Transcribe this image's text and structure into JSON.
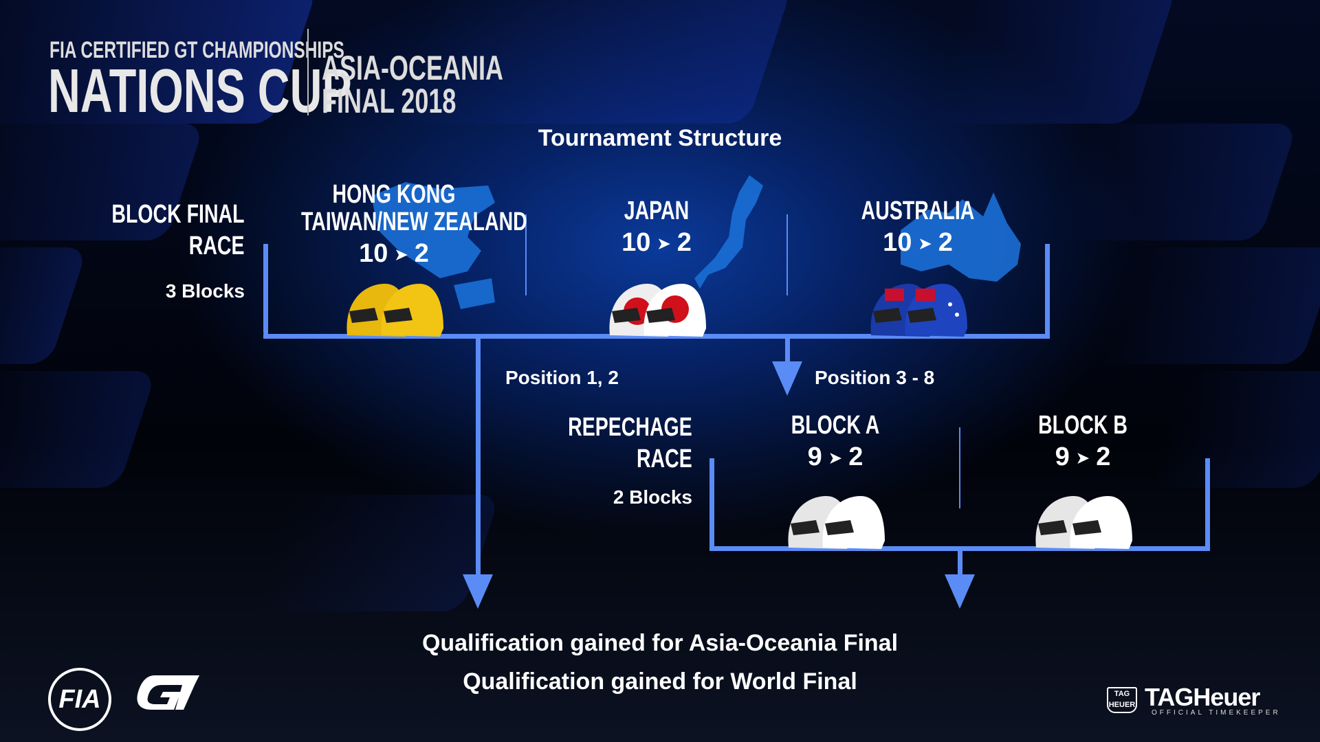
{
  "header": {
    "subtitle": "FIA CERTIFIED GT CHAMPIONSHIPS",
    "title": "NATIONS CUP",
    "event_line1": "ASIA-OCEANIA",
    "event_line2": "FINAL 2018"
  },
  "structure_title": "Tournament Structure",
  "block_final": {
    "label_line1": "BLOCK FINAL",
    "label_line2": "RACE",
    "blocks": "3 Blocks",
    "regions": [
      {
        "name_line1": "HONG KONG",
        "name_line2": "TAIWAN/NEW ZEALAND",
        "from": "10",
        "to": "2",
        "helmet_color": "#f2c413"
      },
      {
        "name_line1": "",
        "name_line2": "JAPAN",
        "from": "10",
        "to": "2",
        "helmet_color": "#ffffff"
      },
      {
        "name_line1": "",
        "name_line2": "AUSTRALIA",
        "from": "10",
        "to": "2",
        "helmet_color": "#1a3aa8"
      }
    ]
  },
  "positions": {
    "advance": "Position 1, 2",
    "repechage": "Position 3 - 8"
  },
  "repechage": {
    "label_line1": "REPECHAGE",
    "label_line2": "RACE",
    "blocks": "2 Blocks",
    "groups": [
      {
        "name": "BLOCK A",
        "from": "9",
        "to": "2"
      },
      {
        "name": "BLOCK B",
        "from": "9",
        "to": "2"
      }
    ]
  },
  "qualification": {
    "line1": "Qualification gained for Asia-Oceania Final",
    "line2": "Qualification gained for World Final"
  },
  "logos": {
    "fia": "FIA",
    "gt": "GT",
    "tag": "TAG HEUER",
    "tagheuer": "TAGHeuer",
    "timekeeper": "OFFICIAL TIMEKEEPER"
  },
  "score_sep": "➤",
  "colors": {
    "accent": "#5b8cf6",
    "map": "#1b6fd6"
  }
}
